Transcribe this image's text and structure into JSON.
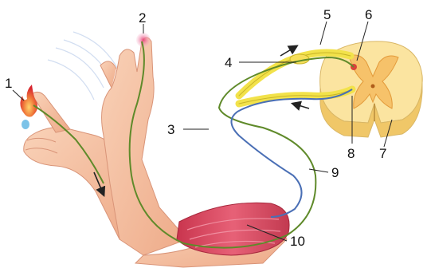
{
  "labels": {
    "l1": "1",
    "l2": "2",
    "l3": "3",
    "l4": "4",
    "l5": "5",
    "l6": "6",
    "l7": "7",
    "l8": "8",
    "l9": "9",
    "l10": "10"
  },
  "colors": {
    "skin": "#f6c3a3",
    "skin_shadow": "#e9a98a",
    "muscle": "#d9475d",
    "spinal_cord": "#fbe4a0",
    "grey_matter": "#f2c46c",
    "sensory_nerve": "#7a9a2e",
    "motor_nerve": "#4a6fb5",
    "nerve_root": "#f2e24a",
    "flame": "#e0393e",
    "water_drop": "#7cc3e8",
    "arrow": "#222222"
  }
}
